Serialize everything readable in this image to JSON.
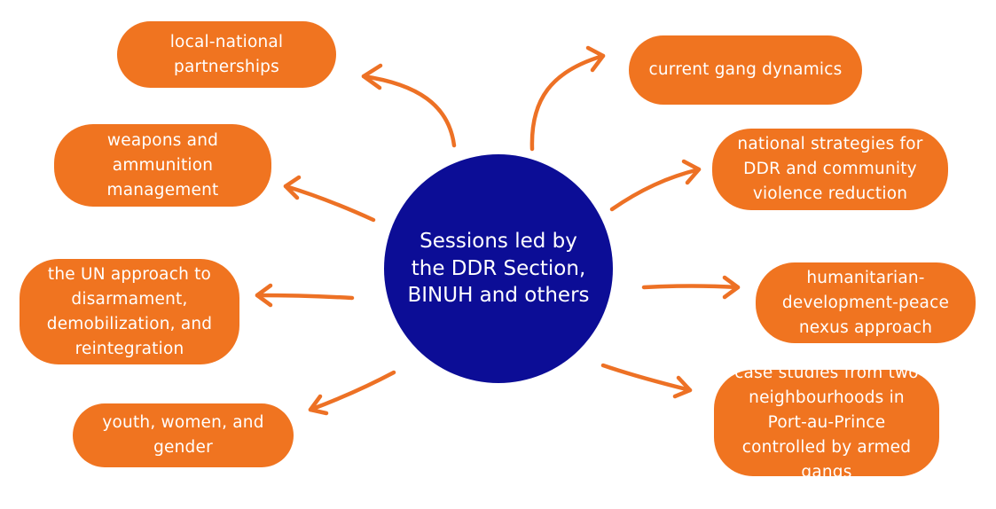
{
  "center": {
    "label": "Sessions led by the DDR Section, BINUH and others"
  },
  "topics": {
    "local_national": "local-national partnerships",
    "weapons": "weapons and ammunition management",
    "un_approach": "the UN approach to disarmament, demobilization, and reintegration",
    "youth": "youth, women, and gender",
    "gang_dynamics": "current gang dynamics",
    "national_strategies": "national strategies for DDR and community violence reduction",
    "nexus": "humanitarian-development-peace nexus approach",
    "case_studies": "case studies from two neighbourhoods in Port-au-Prince controlled by armed gangs"
  },
  "colors": {
    "hub": "#0c0d96",
    "topic": "#f07420",
    "arrow": "#ed7125",
    "text": "#ffffff"
  }
}
